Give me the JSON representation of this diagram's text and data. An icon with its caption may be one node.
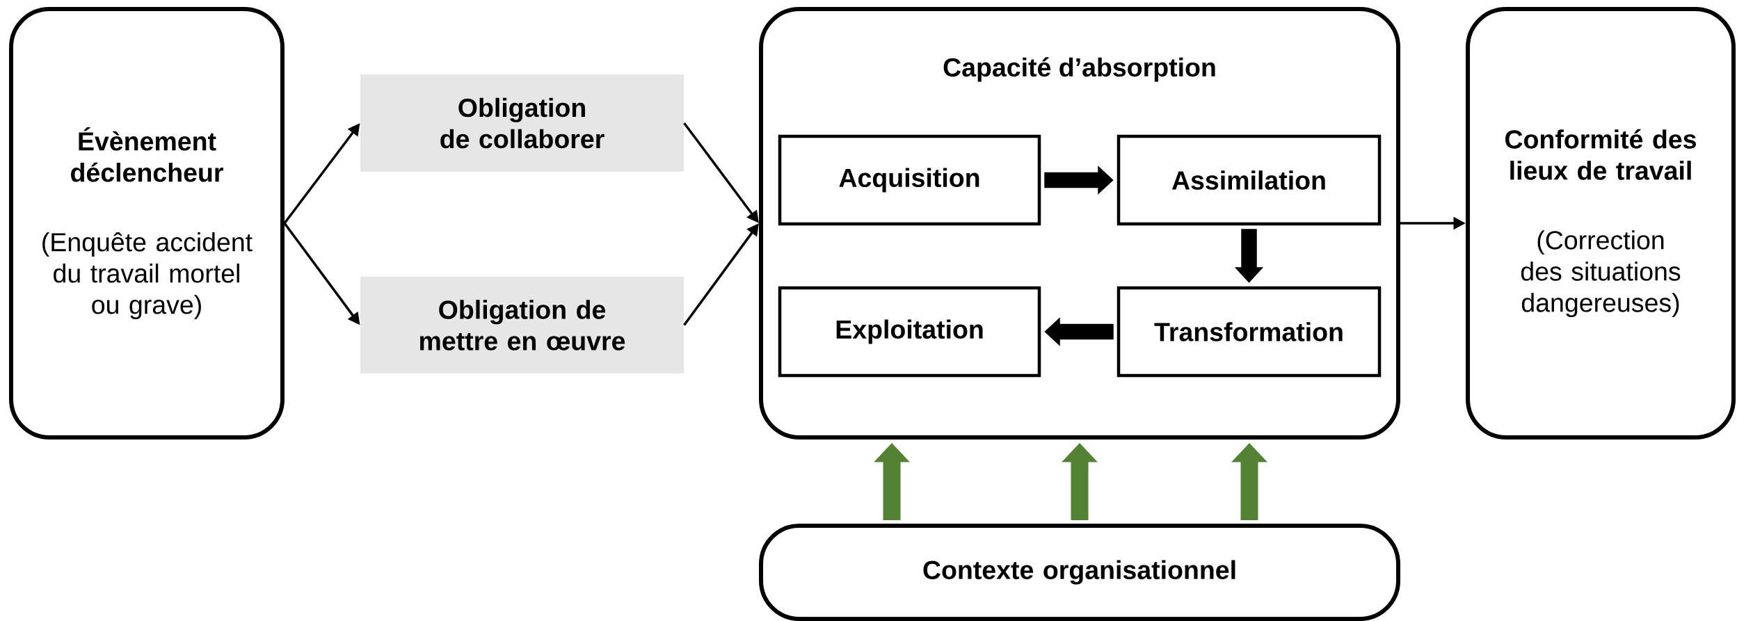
{
  "diagram": {
    "nodes": [
      {
        "text": [
          "Évènement déclencheur",
          "(Enquête accident du travail mortel ou grave)"
        ]
      },
      {
        "text": [
          "Obligation de collaborer"
        ]
      },
      {
        "text": [
          "Obligation de mettre en œuvre"
        ]
      },
      {
        "text": [
          "Capacité d’absorption"
        ]
      },
      {
        "text": [
          "Acquisition"
        ],
        "in": 3
      },
      {
        "text": [
          "Assimilation"
        ],
        "in": 3
      },
      {
        "text": [
          "Exploitation"
        ],
        "in": 3
      },
      {
        "text": [
          "Transformation"
        ],
        "in": 3
      },
      {
        "text": [
          "Conformité des lieux de travail",
          "(Correction des situations dangereuses)"
        ]
      },
      {
        "text": [
          "Contexte organisationnel"
        ]
      }
    ],
    "edges": [
      {
        "from": 0,
        "to": 1,
        "arrow": "to"
      },
      {
        "from": 0,
        "to": 2,
        "arrow": "to"
      },
      {
        "from": 1,
        "to": 3,
        "arrow": "to"
      },
      {
        "from": 2,
        "to": 3,
        "arrow": "to"
      },
      {
        "from": 4,
        "to": 5,
        "arrow": "to"
      },
      {
        "from": 5,
        "to": 7,
        "arrow": "to"
      },
      {
        "from": 7,
        "to": 6,
        "arrow": "to"
      },
      {
        "from": 3,
        "to": 8,
        "arrow": "to"
      },
      {
        "from": 9,
        "to": 3,
        "arrow": "to",
        "color": "#548235"
      },
      {
        "from": 9,
        "to": 3,
        "arrow": "to",
        "color": "#548235"
      },
      {
        "from": 9,
        "to": 3,
        "arrow": "to",
        "color": "#548235"
      }
    ]
  }
}
